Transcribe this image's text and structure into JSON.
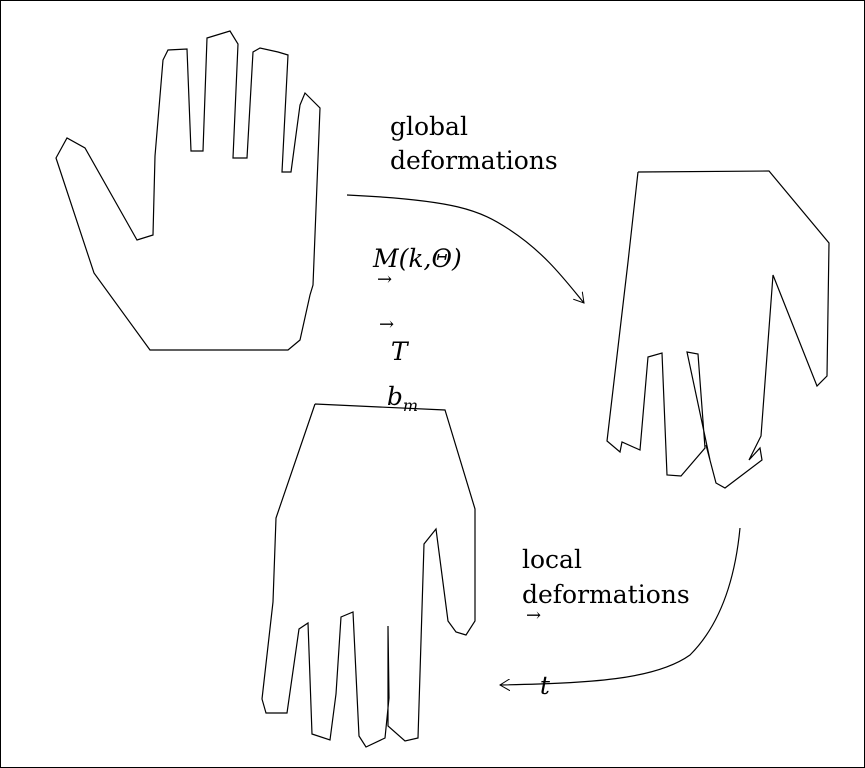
{
  "labels": {
    "global_line1": "global",
    "global_line2": "deformations",
    "global_param_M": "M(k,Θ)",
    "global_param_T": "T",
    "global_param_b": "b",
    "global_param_b_sub": "m",
    "local_line1": "local",
    "local_line2": "deformations",
    "local_param_t": "t"
  },
  "colors": {
    "stroke": "#000000",
    "background": "#ffffff"
  }
}
